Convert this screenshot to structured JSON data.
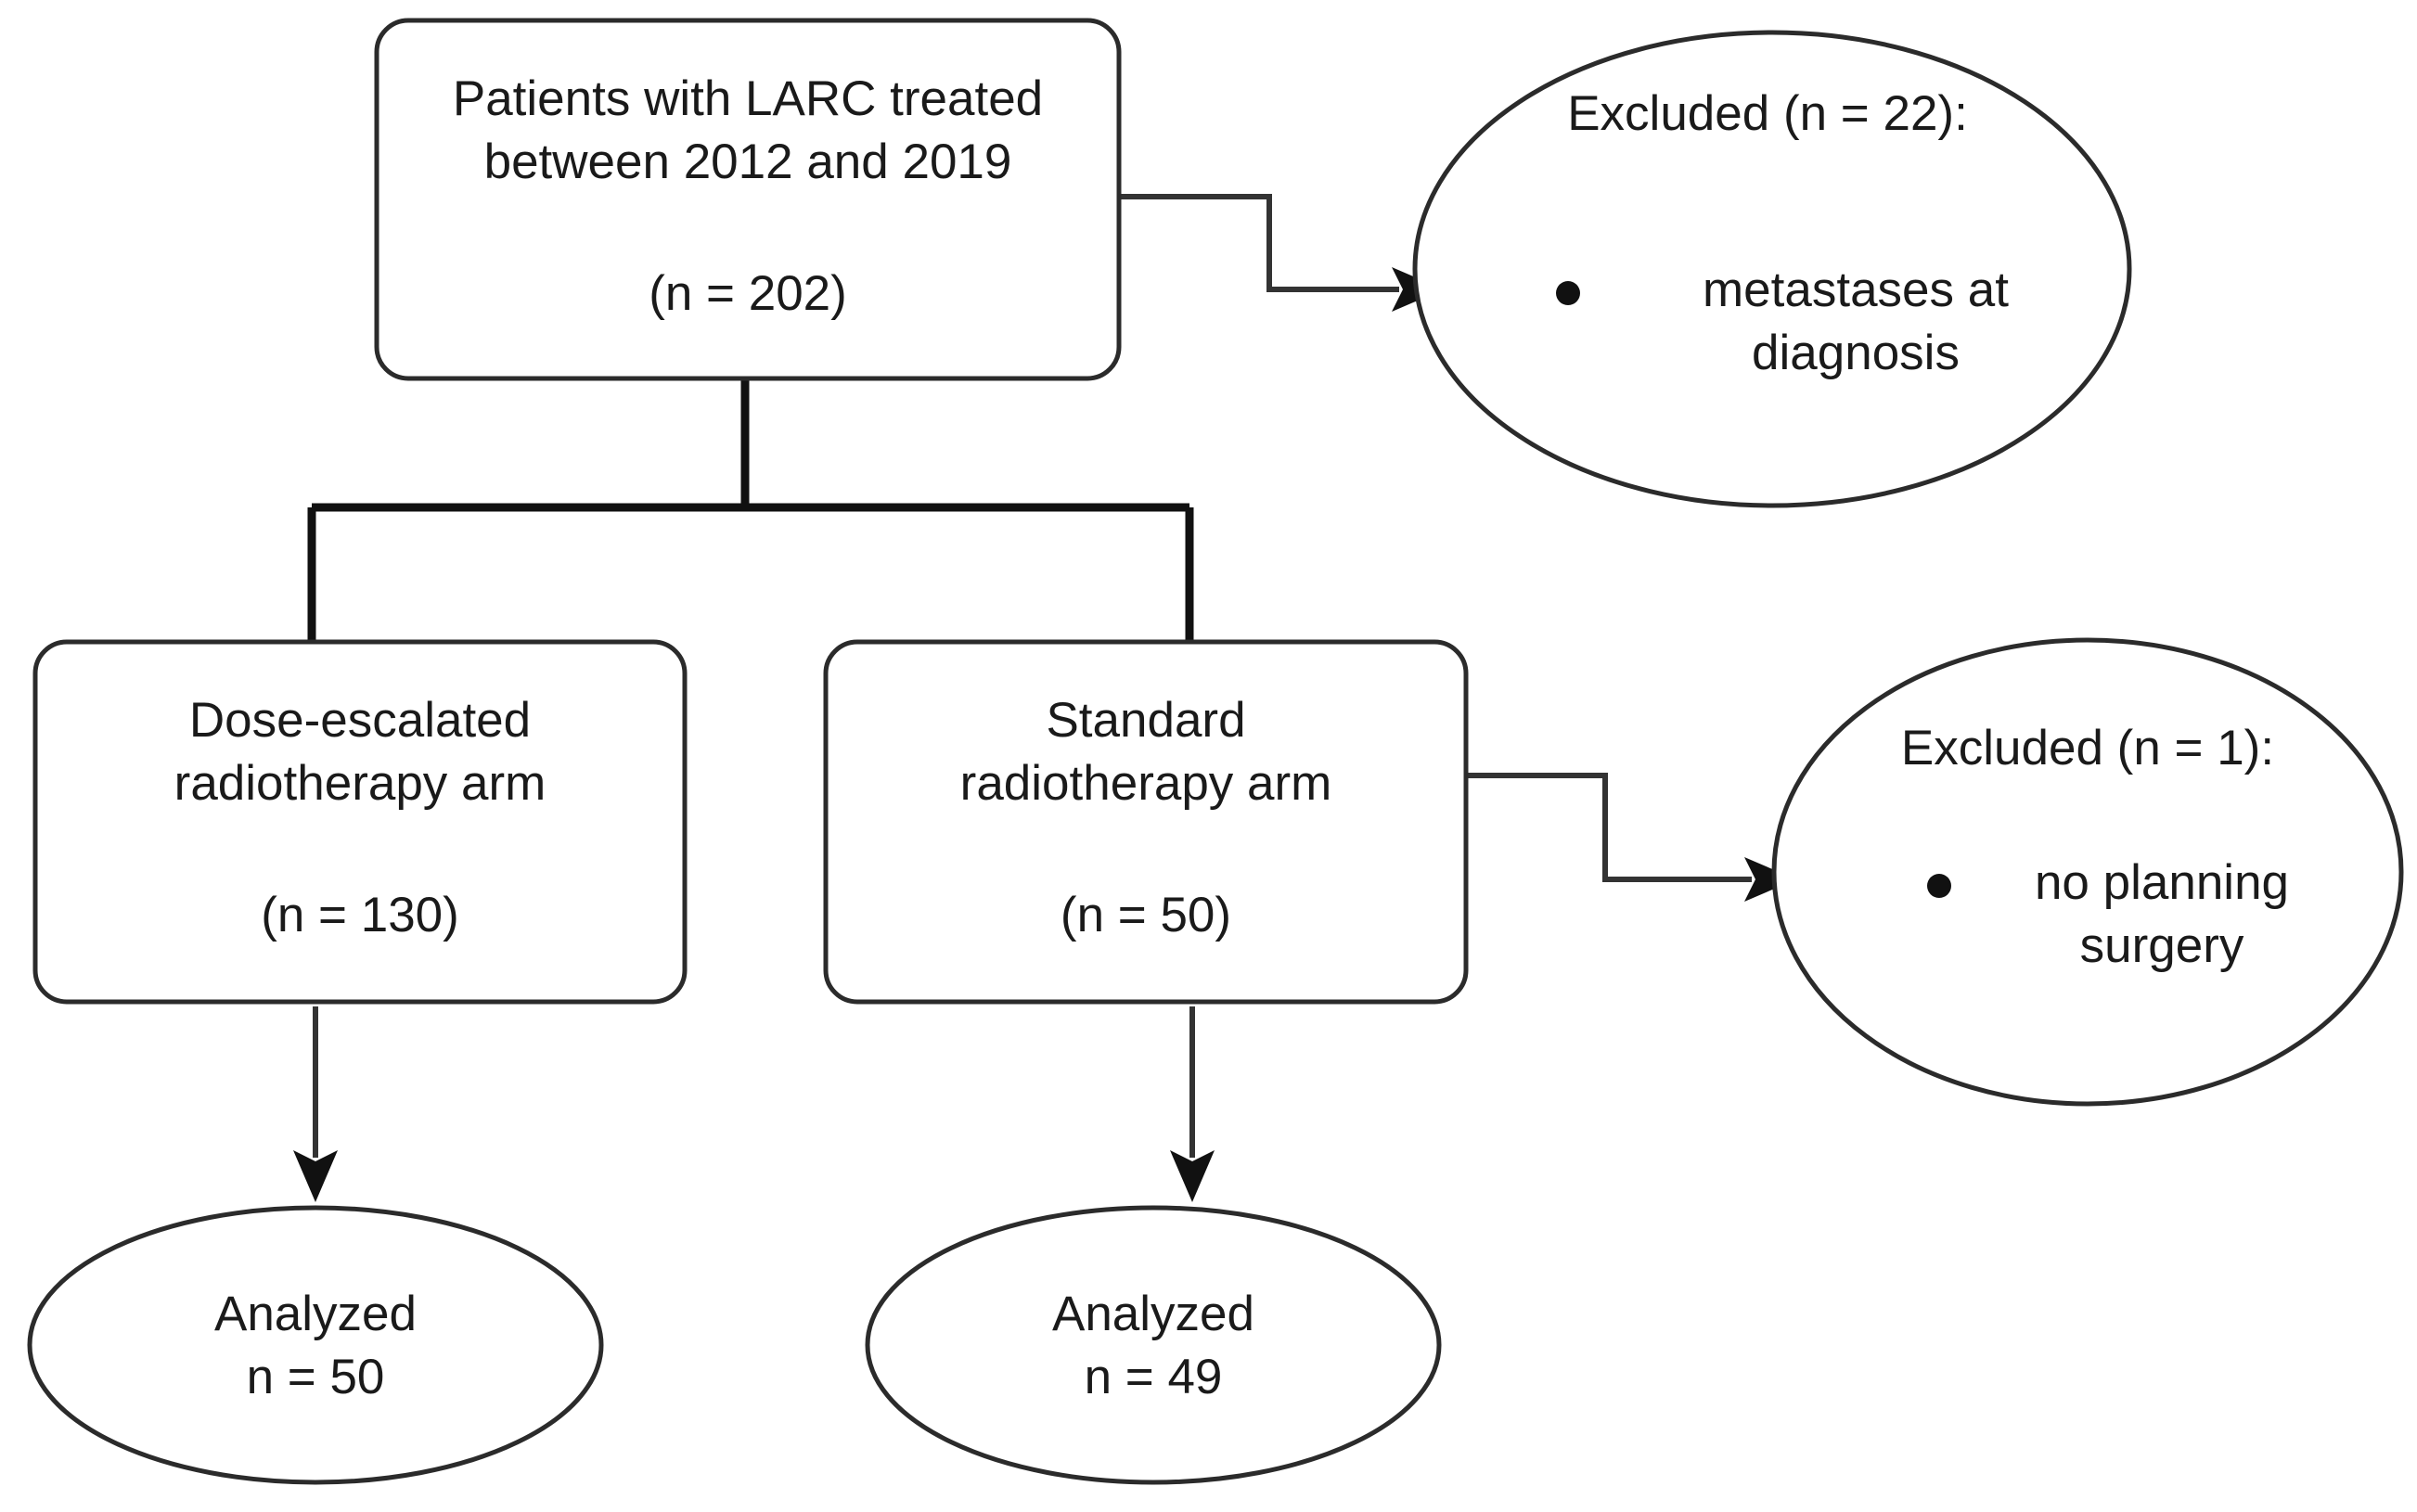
{
  "diagram": {
    "type": "consort-flow-diagram",
    "background_color": "#ffffff",
    "stroke_color": "#2b2b2b",
    "text_color": "#1a1a1a",
    "nodes": {
      "cohort": {
        "shape": "rounded-rectangle",
        "line1": "Patients with LARC treated",
        "line2": "between 2012 and 2019",
        "count_label": "(n = 202)"
      },
      "excluded_top": {
        "shape": "ellipse",
        "heading": "Excluded (n = 22):",
        "bullet_line1": "metastases at",
        "bullet_line2": "diagnosis",
        "bullet_glyph": "•"
      },
      "arm_dose_escalated": {
        "shape": "rounded-rectangle",
        "line1": "Dose-escalated",
        "line2": "radiotherapy arm",
        "count_label": "(n = 130)"
      },
      "arm_standard": {
        "shape": "rounded-rectangle",
        "line1": "Standard",
        "line2": "radiotherapy arm",
        "count_label": "(n = 50)"
      },
      "excluded_bottom": {
        "shape": "ellipse",
        "heading": "Excluded (n = 1):",
        "bullet_line1": "no planning",
        "bullet_line2": "surgery",
        "bullet_glyph": "•"
      },
      "analyzed_left": {
        "shape": "ellipse",
        "line1": "Analyzed",
        "line2": "n = 50"
      },
      "analyzed_right": {
        "shape": "ellipse",
        "line1": "Analyzed",
        "line2": "n = 49"
      }
    },
    "edges": [
      {
        "name": "cohort-to-excluded-top",
        "from": "cohort",
        "to": "excluded_top",
        "style": "elbow-arrow"
      },
      {
        "name": "cohort-split",
        "from": "cohort",
        "to": "arm_dose_escalated",
        "style": "tee-branch"
      },
      {
        "name": "cohort-split-right",
        "from": "cohort",
        "to": "arm_standard",
        "style": "tee-branch"
      },
      {
        "name": "standard-to-excluded-bottom",
        "from": "arm_standard",
        "to": "excluded_bottom",
        "style": "elbow-arrow"
      },
      {
        "name": "dose-to-analyzed-left",
        "from": "arm_dose_escalated",
        "to": "analyzed_left",
        "style": "down-arrow"
      },
      {
        "name": "standard-to-analyzed-right",
        "from": "arm_standard",
        "to": "analyzed_right",
        "style": "down-arrow"
      }
    ]
  }
}
